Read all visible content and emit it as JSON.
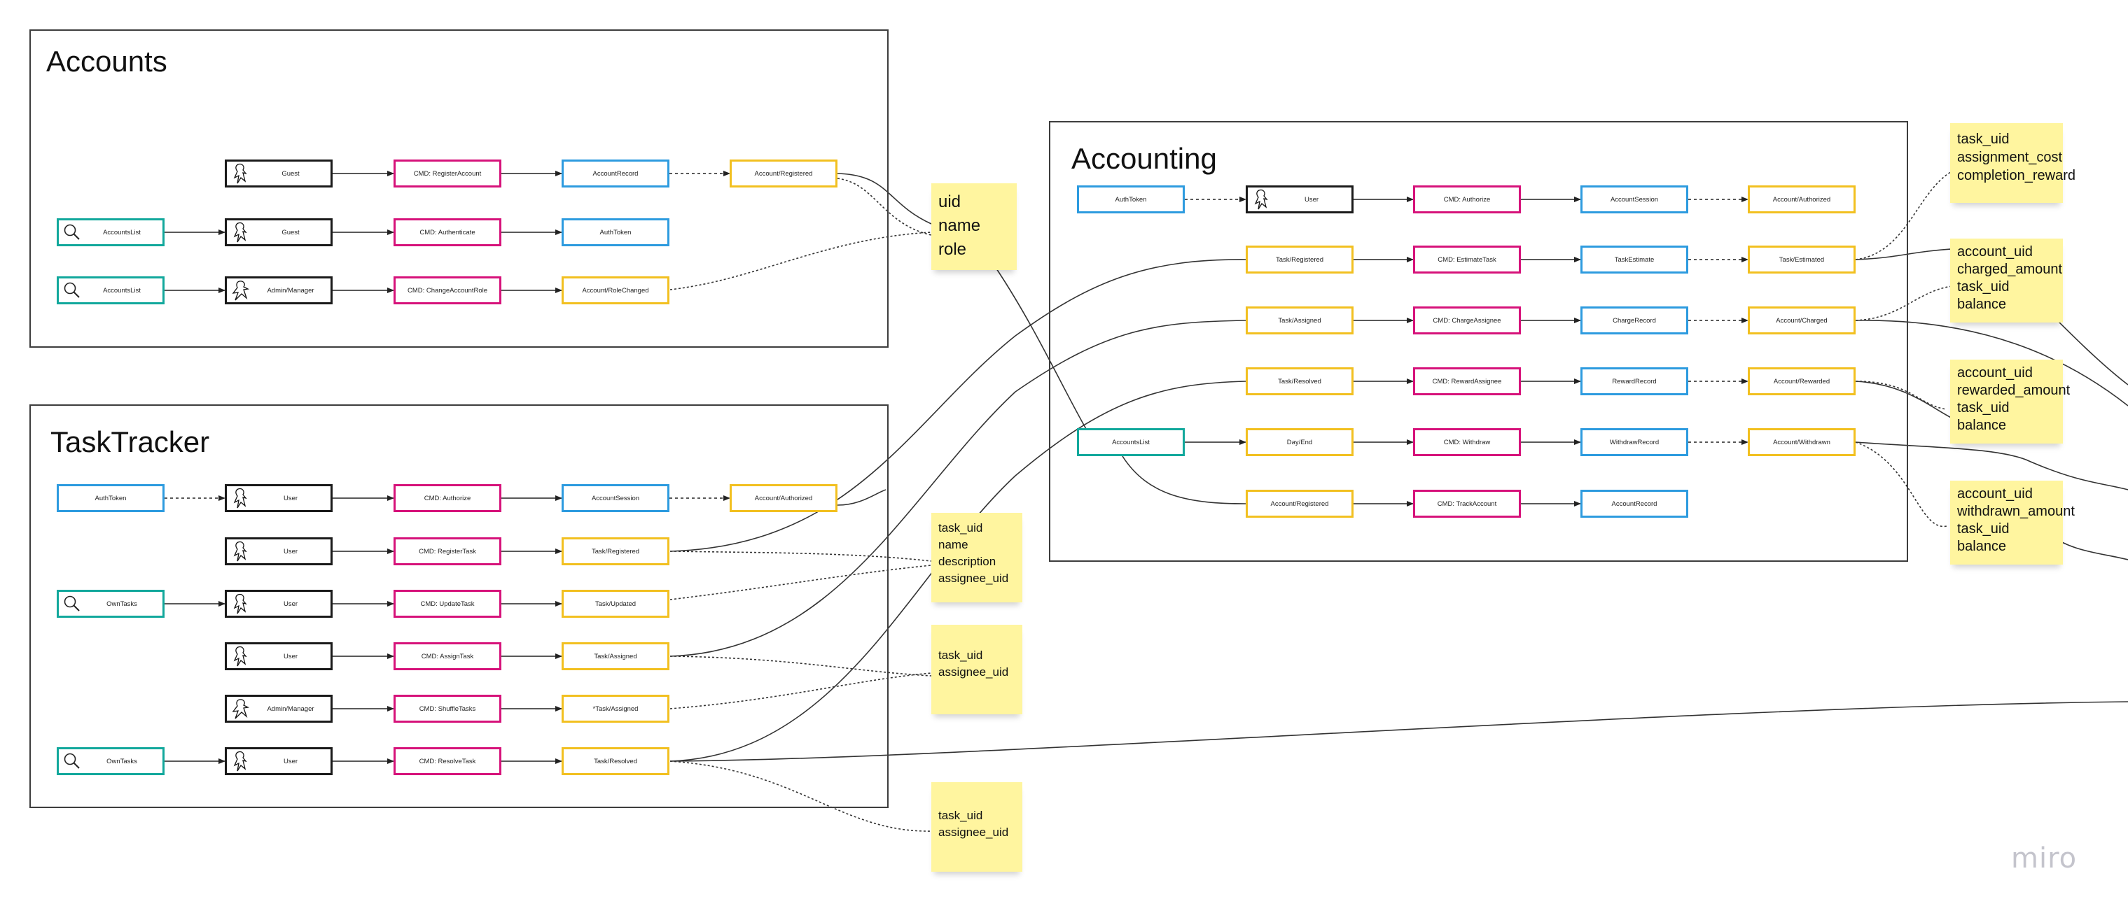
{
  "frames": {
    "accounts": "Accounts",
    "tasktracker": "TaskTracker",
    "accounting": "Accounting"
  },
  "accounts_rows": [
    [
      "Guest",
      "CMD: RegisterAccount",
      "AccountRecord",
      "Account/Registered"
    ],
    [
      "AccountsList",
      "Guest",
      "CMD: Authenticate",
      "AuthToken"
    ],
    [
      "AccountsList",
      "Admin/Manager",
      "CMD: ChangeAccountRole",
      "Account/RoleChanged"
    ]
  ],
  "tasktracker_rows": [
    [
      "AuthToken",
      "User",
      "CMD: Authorize",
      "AccountSession",
      "Account/Authorized"
    ],
    [
      "User",
      "CMD: RegisterTask",
      "Task/Registered"
    ],
    [
      "OwnTasks",
      "User",
      "CMD: UpdateTask",
      "Task/Updated"
    ],
    [
      "User",
      "CMD: AssignTask",
      "Task/Assigned"
    ],
    [
      "Admin/Manager",
      "CMD: ShuffleTasks",
      "*Task/Assigned"
    ],
    [
      "OwnTasks",
      "User",
      "CMD: ResolveTask",
      "Task/Resolved"
    ]
  ],
  "accounting_rows": [
    [
      "AuthToken",
      "User",
      "CMD: Authorize",
      "AccountSession",
      "Account/Authorized"
    ],
    [
      "Task/Registered",
      "CMD: EstimateTask",
      "TaskEstimate",
      "Task/Estimated"
    ],
    [
      "Task/Assigned",
      "CMD: ChargeAssignee",
      "ChargeRecord",
      "Account/Charged"
    ],
    [
      "Task/Resolved",
      "CMD: RewardAssignee",
      "RewardRecord",
      "Account/Rewarded"
    ],
    [
      "AccountsList",
      "Day/End",
      "CMD: Withdraw",
      "WithdrawRecord",
      "Account/Withdrawn"
    ],
    [
      "Account/Registered",
      "CMD: TrackAccount",
      "AccountRecord"
    ]
  ],
  "stickies": {
    "account_fields": [
      "uid",
      "name",
      "role"
    ],
    "task_registered_fields": [
      "task_uid",
      "name",
      "description",
      "assignee_uid"
    ],
    "task_assigned_fields": [
      "task_uid",
      "assignee_uid"
    ],
    "task_resolved_fields": [
      "task_uid",
      "assignee_uid"
    ],
    "task_estimated_fields": [
      "task_uid",
      "assignment_cost",
      "completion_reward"
    ],
    "account_charged_fields": [
      "account_uid",
      "charged_amount",
      "task_uid",
      "balance"
    ],
    "account_rewarded_fields": [
      "account_uid",
      "rewarded_amount",
      "task_uid",
      "balance"
    ],
    "account_withdrawn_fields": [
      "account_uid",
      "withdrawn_amount",
      "task_uid",
      "balance"
    ]
  },
  "branding": {
    "logo": "miro"
  },
  "colors": {
    "read_model": "#12a89c",
    "actor": "#1a1a1a",
    "command": "#d6127a",
    "aggregate": "#2d9bdf",
    "event": "#f2c020",
    "sticky": "#fff59f"
  },
  "icons": {
    "read_model": "magnifier-icon",
    "actor": "person-icon"
  }
}
